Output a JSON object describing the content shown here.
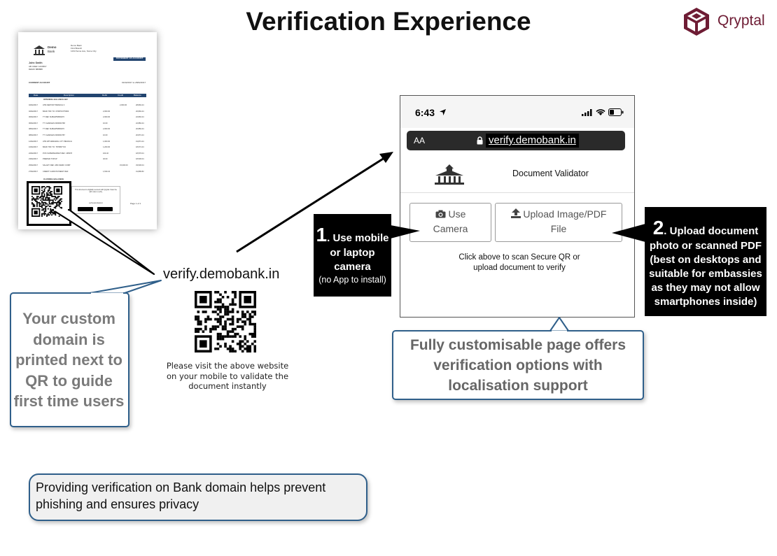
{
  "title": "Verification Experience",
  "brand": {
    "name": "Qryptal",
    "color": "#6e1c34",
    "icon": "cube-logo-icon"
  },
  "document_preview": {
    "bank_name_line1": "Demo",
    "bank_name_line2": "Bank",
    "branch_lines": [
      "Demo Bank",
      "First Branch",
      "1234 Some Ave, Some City"
    ],
    "statement_title": "STATEMENT OF ACCOUNT",
    "customer_name": "John Smith",
    "customer_lines": [
      "AB CDEF 1234567",
      "DEMO 888888"
    ],
    "account_type": "CURRENT ACCOUNT",
    "period": "01/02/2017 to 28/02/2017",
    "table_headers": [
      "Date",
      "Description",
      "Debit",
      "Credit",
      "Balance"
    ],
    "opening_label": "OPENING BALANCE B/F",
    "closing_label": "CLOSING BALANCE",
    "rows": [
      [
        "02/02/2017",
        "ATM DEPOSIT BRANCH 3",
        "",
        "2,000.00",
        "28,894.44"
      ],
      [
        "02/02/2017",
        "BANK TRF TO: 0768764775963",
        "2,000.00",
        "",
        "26,894.44"
      ],
      [
        "06/02/2017",
        "TT REF SUBHW50809470",
        "2,000.00",
        "",
        "22,894.44"
      ],
      [
        "06/02/2017",
        "TT CHARGES 0000004768",
        "10.00",
        "",
        "22,884.44"
      ],
      [
        "08/02/2017",
        "TT REF SUBHW50809470",
        "2,000.00",
        "",
        "20,884.44"
      ],
      [
        "08/02/2017",
        "TT CHARGES 0000004787",
        "10.00",
        "",
        "20,874.44"
      ],
      [
        "12/02/2017",
        "ATM WITHDRAWAL CITY BRANCH",
        "1,000.00",
        "",
        "19,874.44"
      ],
      [
        "16/02/2017",
        "BANK TRF TO: 7876867723",
        "1,200.00",
        "",
        "18,674.44"
      ],
      [
        "22/02/2017",
        "POS SUPERMARKET REF: 435678",
        "104.40",
        "",
        "18,570.04"
      ],
      [
        "23/02/2017",
        "PREPAID TOPUP",
        "40.00",
        "",
        "18,530.04"
      ],
      [
        "25/02/2017",
        "SALARY REF: ABC DEMO CORP",
        "",
        "15,000.00",
        "33,530.04"
      ],
      [
        "27/02/2017",
        "CREDIT CARD PAYMENT REF",
        "1,633.22",
        "",
        "31,896.82"
      ]
    ],
    "note_text": "This document is digitally secured with Qryptal. Scan the QR code to verify.",
    "verify_line": "verify.demobank.in",
    "page_text": "Page 1 of 1"
  },
  "verify_domain": "verify.demobank.in",
  "qr_instruction": "Please visit the above website on your mobile to validate the document instantly",
  "callout_custom_domain": "Your custom domain is printed next to QR to guide first time users",
  "phone": {
    "time": "6:43",
    "url_aa": "AA",
    "url": "verify.demobank.in",
    "page_title": "Document Validator",
    "camera_button_line1": "Use",
    "camera_button_line2": "Camera",
    "upload_button_line1": "Upload Image/PDF",
    "upload_button_line2": "File",
    "instruction_line1": "Click above to scan Secure QR or",
    "instruction_line2": "upload document to verify"
  },
  "label1": {
    "number": "1",
    "line1": ". Use mobile",
    "line2": "or laptop",
    "line3": "camera",
    "line4": "(no App to install)"
  },
  "label2": {
    "number": "2",
    "line1": ". Upload document",
    "line2": "photo or scanned PDF",
    "line3": "(best on desktops and",
    "line4": "suitable for embassies",
    "line5": "as they may not allow",
    "line6": "smartphones inside)"
  },
  "callout_fully": "Fully customisable page offers verification options with localisation support",
  "callout_privacy": "Providing verification on Bank domain helps prevent phishing and ensures privacy",
  "colors": {
    "callout_border": "#2f5f8a",
    "callout_text": "#7a7a7a",
    "label_bg": "#000000"
  }
}
